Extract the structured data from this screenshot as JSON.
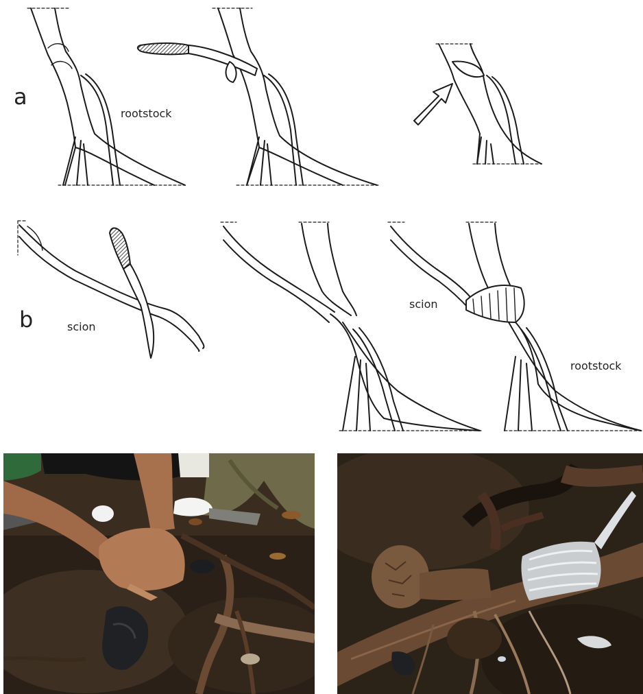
{
  "panels": {
    "a": {
      "letter": "a"
    },
    "b": {
      "letter": "b"
    }
  },
  "labels": {
    "rootstock_top": "rootstock",
    "scion_left": "scion",
    "scion_right": "scion",
    "rootstock_right": "rootstock"
  },
  "colors": {
    "ink": "#1a1a1a",
    "paper": "#ffffff",
    "soil_dark": "#2b2218",
    "soil_mid": "#4a3a2a",
    "root_brown": "#6b4a34",
    "skin": "#b27a55",
    "shirt_green": "#2f6a3a",
    "tape_silver": "#c9cdd0"
  },
  "icons": {
    "arrow": "outline-arrow-icon",
    "knife": "grafting-knife-icon"
  }
}
